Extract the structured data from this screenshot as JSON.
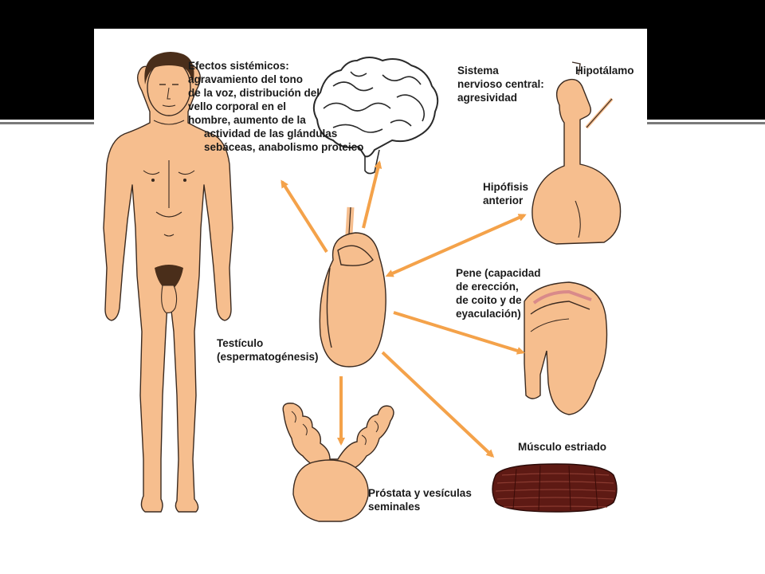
{
  "colors": {
    "skin": "#F6BE8E",
    "outline": "#3a2a20",
    "arrow": "#F4A24A",
    "hair": "#4a2e1a",
    "brain": "#ffffff",
    "muscle": "#5e1a14"
  },
  "labels": {
    "systemic": [
      "Efectos sistémicos:",
      "agravamiento del tono",
      "de la voz, distribución del",
      "vello corporal en el",
      "hombre, aumento de la",
      "actividad de las glándulas",
      "sebáceas, anabolismo proteico"
    ],
    "cns": [
      "Sistema",
      "nervioso central:",
      "agresividad"
    ],
    "hypothalamus": "Hipotálamo",
    "pituitary": [
      "Hipófisis",
      "anterior"
    ],
    "penis": [
      "Pene  (capacidad",
      "de erección,",
      "de coito y de",
      "eyaculación)"
    ],
    "testis": [
      "Testículo",
      "(espermatogénesis)"
    ],
    "muscle": "Músculo estriado",
    "prostate": [
      "Próstata y vesículas",
      "seminales"
    ]
  },
  "icons": [
    "human-figure",
    "brain",
    "hypothalamus-pituitary",
    "testis",
    "penis",
    "prostate",
    "striated-muscle"
  ]
}
